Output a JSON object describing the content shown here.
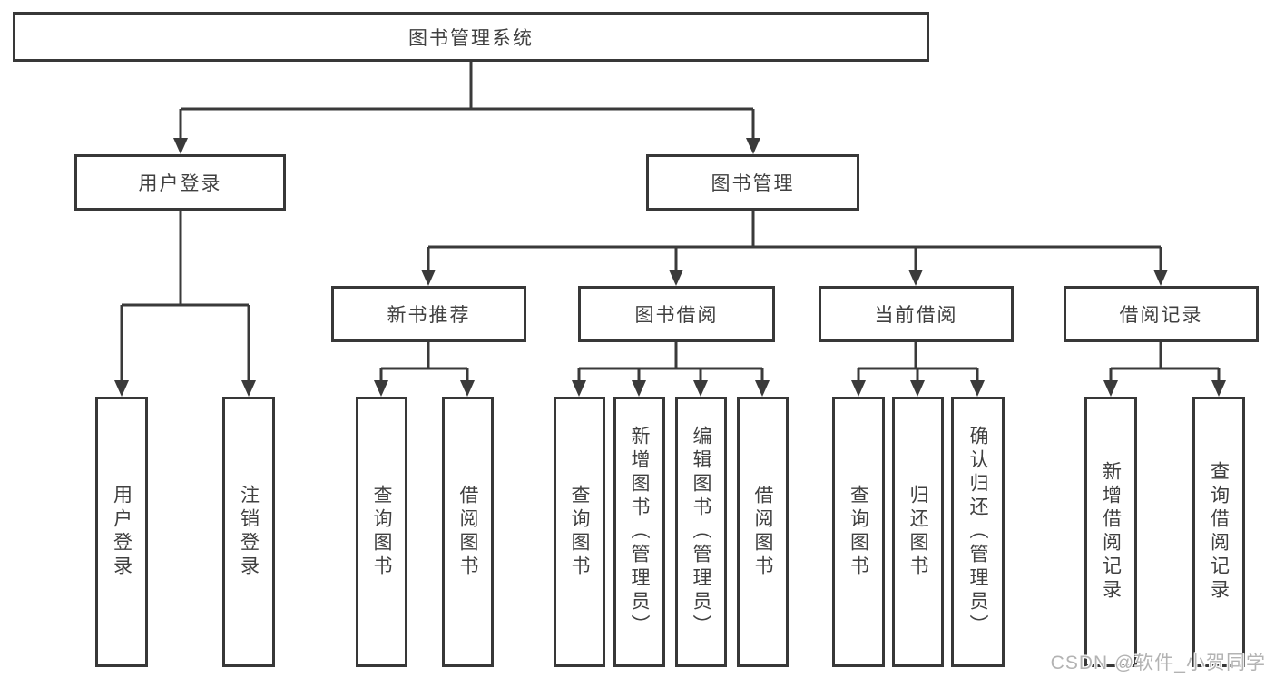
{
  "diagram": {
    "root": {
      "label": "图书管理系统"
    },
    "user_login": {
      "label": "用户登录",
      "children": [
        "用户登录",
        "注销登录"
      ]
    },
    "book_management": {
      "label": "图书管理",
      "sections": {
        "new_book_recommend": {
          "label": "新书推荐",
          "children": [
            "查询图书",
            "借阅图书"
          ]
        },
        "book_borrow": {
          "label": "图书借阅",
          "children": [
            "查询图书",
            "新增图书（管理员）",
            "编辑图书（管理员）",
            "借阅图书"
          ]
        },
        "current_borrow": {
          "label": "当前借阅",
          "children": [
            "查询图书",
            "归还图书",
            "确认归还（管理员）"
          ]
        },
        "borrow_records": {
          "label": "借阅记录",
          "children": [
            "新增借阅记录",
            "查询借阅记录"
          ]
        }
      }
    }
  },
  "watermark": {
    "text": "CSDN @软件_小贺同学"
  },
  "colors": {
    "line": "#3a3a3a",
    "node_border": "#383838",
    "text": "#404040",
    "background": "#ffffff",
    "watermark": "#b3b3b3"
  }
}
